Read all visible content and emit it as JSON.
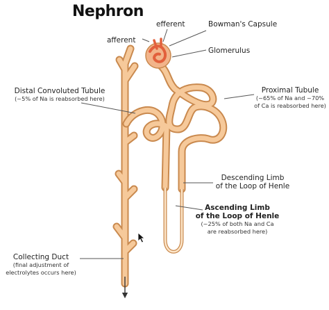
{
  "diagram": {
    "title": "Nephron",
    "labels": {
      "efferent": "efferent",
      "afferent": "afferent",
      "bowmans_capsule": "Bowman's Capsule",
      "glomerulus": "Glomerulus",
      "dct_name": "Distal Convoluted Tubule",
      "dct_note": "(~5% of Na is reabsorbed here)",
      "pt_name": "Proximal Tubule",
      "pt_note_1": "(~65% of Na and ~70%",
      "pt_note_2": "of Ca is reabsorbed here)",
      "desc_1": "Descending Limb",
      "desc_2": "of the Loop of Henle",
      "asc_1": "Ascending Limb",
      "asc_2": "of the Loop of Henle",
      "asc_note_1": "(~25% of both Na and Ca",
      "asc_note_2": "are reabsorbed here)",
      "cd_name": "Collecting Duct",
      "cd_note_1": "(final adjustment of",
      "cd_note_2": "electrolytes occurs here)"
    },
    "colors": {
      "tubule_outline": "#c9894e",
      "tubule_fill": "#f6c99a",
      "tubule_highlight": "#fde6c9",
      "glomerulus": "#e2603c",
      "capsule": "#f2b48a",
      "leader_line": "#555555",
      "text": "#222222"
    }
  }
}
